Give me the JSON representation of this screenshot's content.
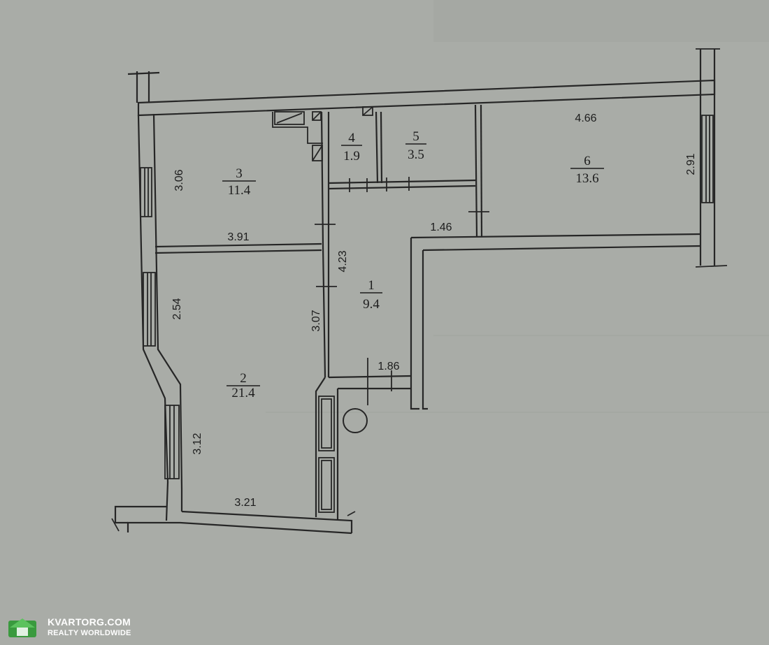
{
  "rooms": [
    {
      "id": "1",
      "area": "9.4"
    },
    {
      "id": "2",
      "area": "21.4"
    },
    {
      "id": "3",
      "area": "11.4"
    },
    {
      "id": "4",
      "area": "1.9"
    },
    {
      "id": "5",
      "area": "3.5"
    },
    {
      "id": "6",
      "area": "13.6"
    }
  ],
  "dimensions": {
    "room6_width": "4.66",
    "room6_depth": "2.91",
    "room3_depth": "3.06",
    "room3_width": "3.91",
    "corridor_depth": "4.23",
    "corridor_entry": "1.46",
    "corridor_bottom": "1.86",
    "room2_wall_right": "3.07",
    "room2_wall_left_upper": "2.54",
    "room2_wall_left_lower": "3.12",
    "room2_width": "3.21"
  },
  "watermark": {
    "site": "KVARTORG.COM",
    "tagline": "REALTY WORLDWIDE",
    "logo": "house-logo"
  }
}
